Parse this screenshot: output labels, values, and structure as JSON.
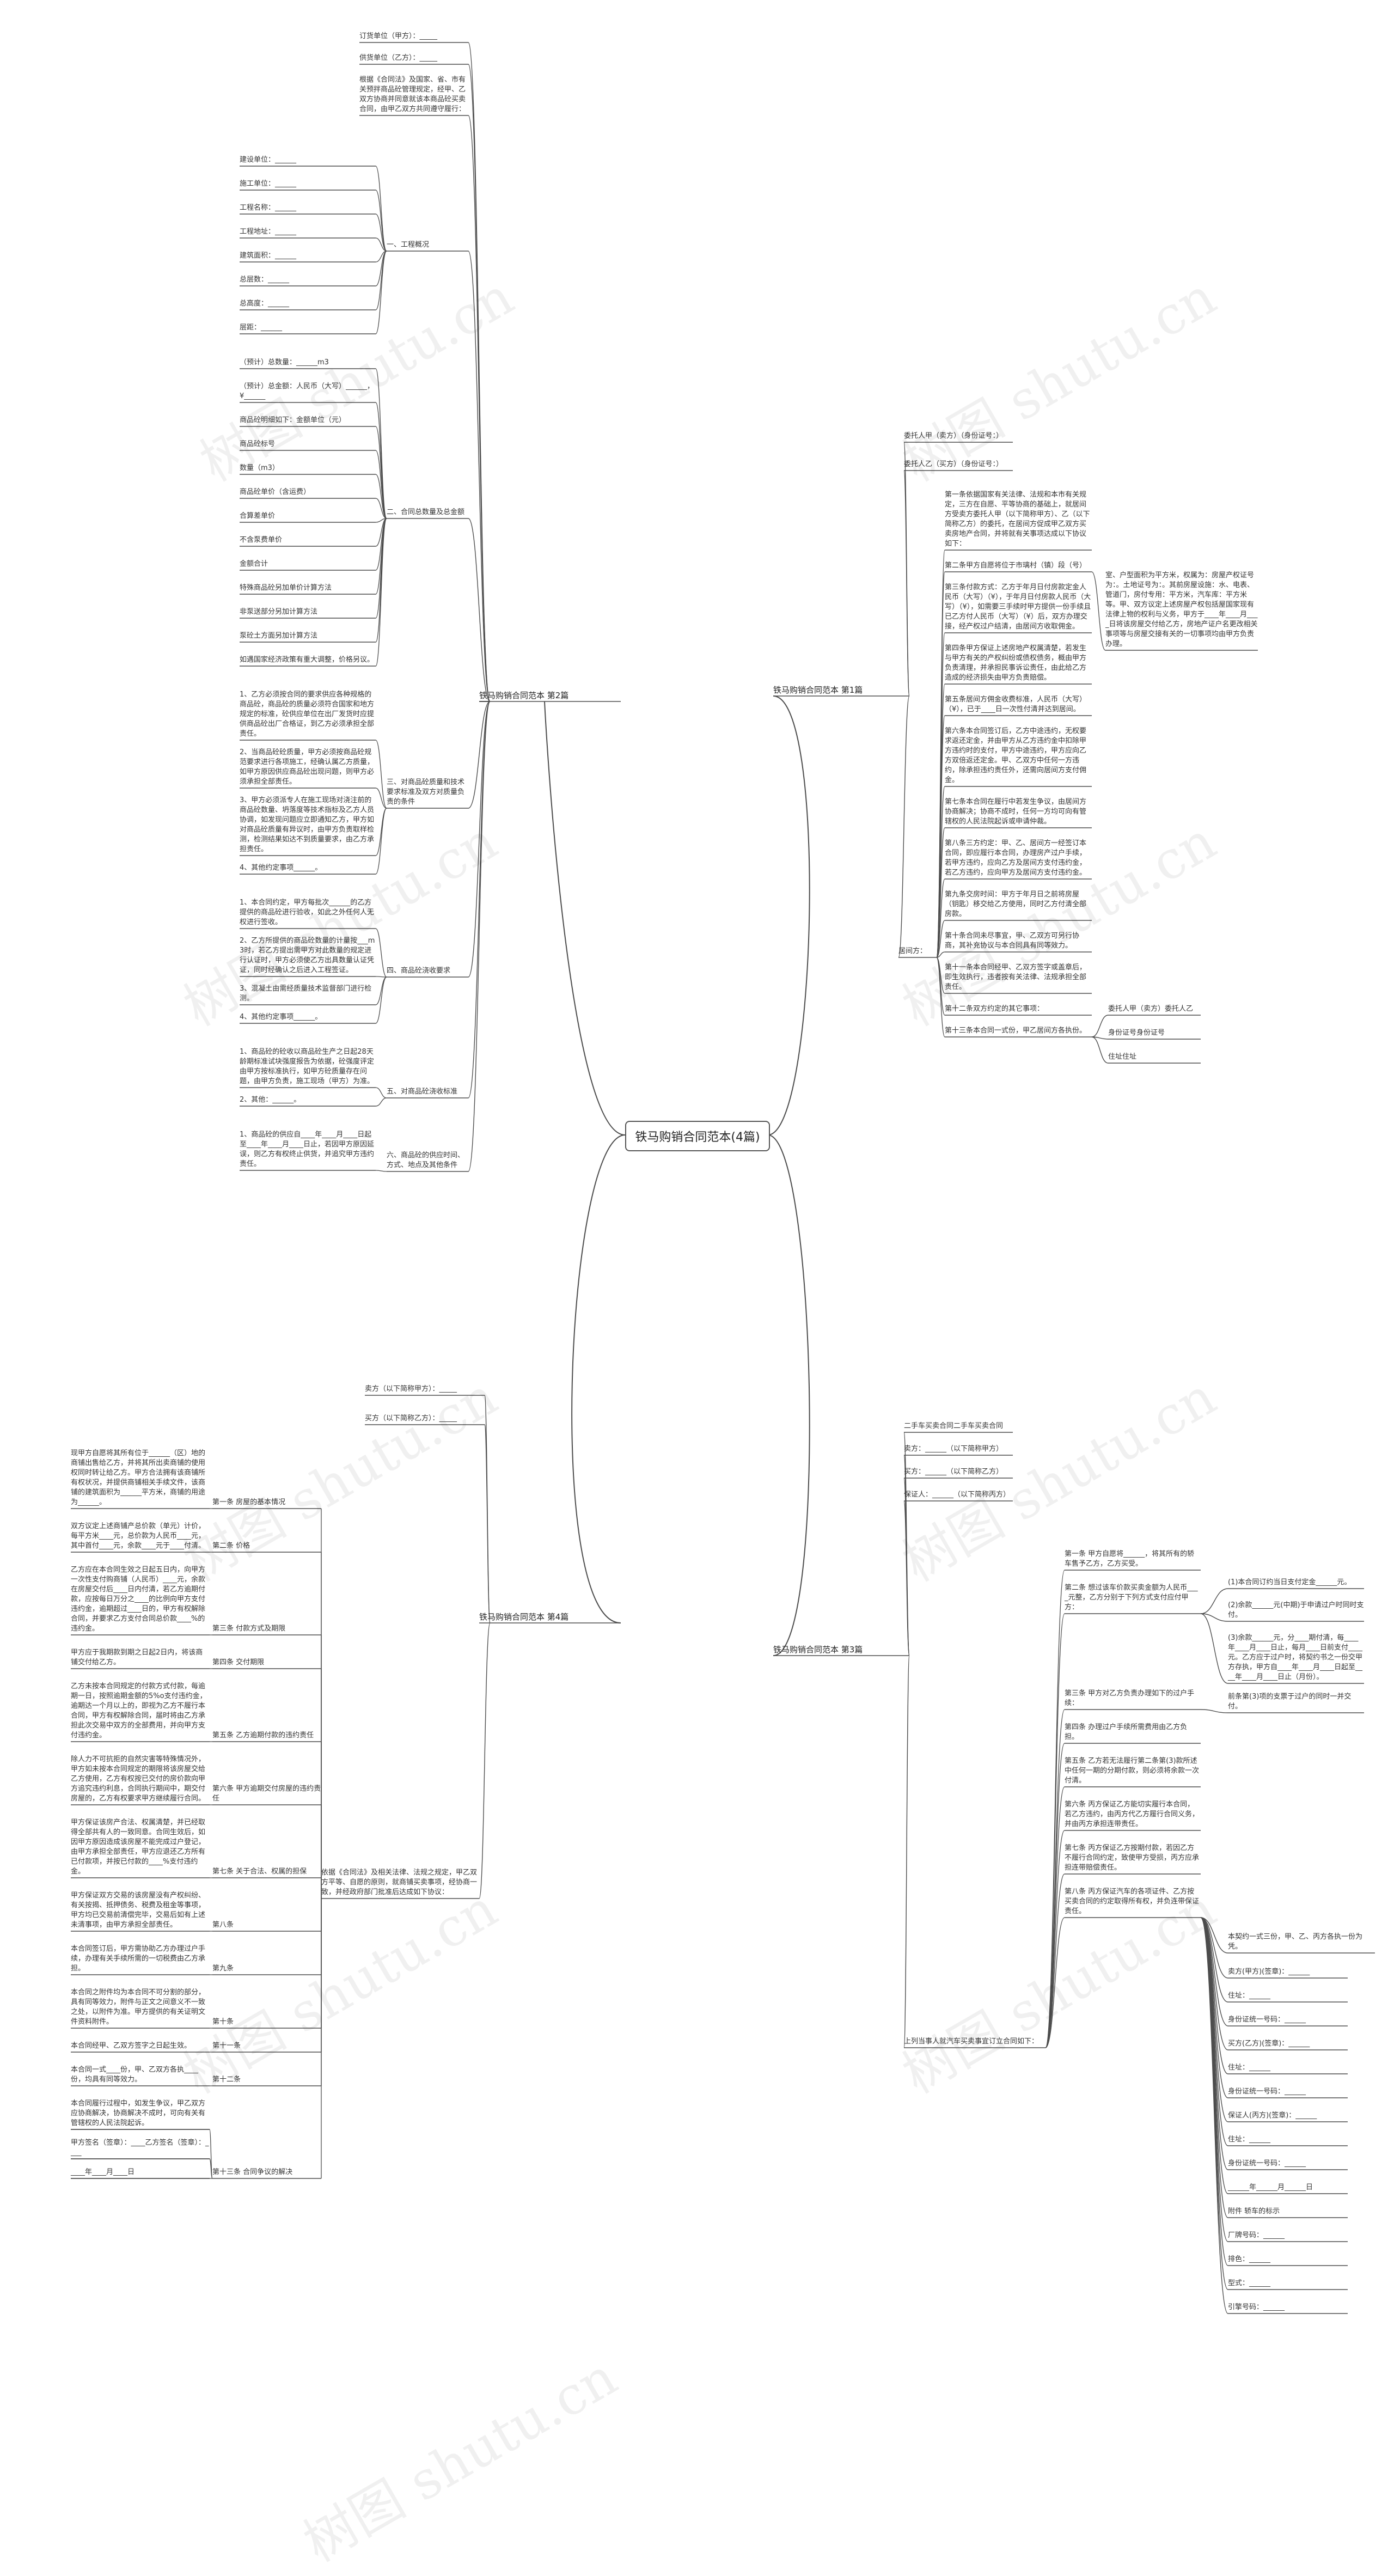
{
  "title": "铁马购销合同范本(4篇)",
  "watermark": "树图 shutu.cn",
  "colors": {
    "line": "#4d4d4d",
    "background": "#ffffff",
    "text": "#333333"
  },
  "branches": {
    "b2": {
      "label": "铁马购销合同范本 第2篇",
      "top_items": [
        "订货单位（甲方）：_____",
        "供货单位（乙方）：_____",
        "根据《合同法》及国家、省、市有关预拌商品砼管理规定，经甲、乙双方协商并同意就该本商品砼买卖合同，由甲乙双方共同遵守履行："
      ],
      "s1": {
        "label": "一、工程概况",
        "items": [
          "建设单位：______",
          "施工单位：______",
          "工程名称：______",
          "工程地址：______",
          "建筑面积：______",
          "总层数：______",
          "总高度：______",
          "层距：______"
        ]
      },
      "s2": {
        "label": "二、合同总数量及总金额",
        "items": [
          "（预计）总数量：______m3",
          "（预计）总金额：人民币（大写）______，¥______",
          "商品砼明细如下：金额单位（元）",
          "商品砼标号",
          "数量（m3）",
          "商品砼单价（含运费）",
          "合算差单价",
          "不含泵费单价",
          "金额合计",
          "特殊商品砼另加单价计算方法",
          "非泵送部分另加计算方法",
          "泵砼土方面另加计算方法",
          "如遇国家经济政策有重大调整，价格另议。"
        ]
      },
      "s3": {
        "label": "三、对商品砼质量和技术要求标准及双方对质量负责的条件",
        "items": [
          "1、乙方必须按合同的要求供应各种规格的商品砼，商品砼的质量必须符合国家和地方规定的标准，砼供应单位在出厂发货时应提供商品砼出厂合格证，到乙方必须承担全部责任。",
          "2、当商品砼砼质量，甲方必须按商品砼规范要求进行各项施工，经确认属乙方质量，如甲方原因供应商品砼出现问题，则甲方必须承担全部责任。",
          "3、甲方必须派专人在施工现场对浇注前的商品砼数量、坍落度等技术指标及乙方人员协调，如发现问题应立即通知乙方，甲方如对商品砼质量有异议时，由甲方负责取样检测，检测结果如达不到质量要求，由乙方承担责任。",
          "4、其他约定事项______。"
        ]
      },
      "s4": {
        "label": "四、商品砼浇收要求",
        "items": [
          "1、本合同约定，甲方每批次______的乙方提供的商品砼进行验收，如此之外任何人无权进行签收。",
          "2、乙方所提供的商品砼数量的计量按___m3时，若乙方提出需甲方对此数量的规定进行认证时，甲方必须使乙方出具数量认证凭证，同时经确认之后进入工程签证。",
          "3、混凝土由需经质量技术监督部门进行检测。",
          "4、其他约定事项______。"
        ]
      },
      "s5": {
        "label": "五、对商品砼浇收标准",
        "items": [
          "1、商品砼的砼收以商品砼生产之日起28天龄期标准试块强度报告为依据，砼强度评定由甲方按标准执行，如甲方砼质量存在问题，由甲方负责，施工现场（甲方）为准。",
          "2、其他：______。"
        ]
      },
      "s6": {
        "label": "六、商品砼的供应时间、方式、地点及其他条件",
        "items": [
          "1、商品砼的供应自____年____月____日起至____年____月____日止，若因甲方原因延误，则乙方有权终止供货，并追究甲方违约责任。"
        ]
      }
    },
    "b4": {
      "label": "铁马购销合同范本 第4篇",
      "top_items": [
        "卖方（以下简称甲方）：_____",
        "买方（以下简称乙方）：_____"
      ],
      "hub": "依据《合同法》及相关法律、法规之规定，甲乙双方平等、自愿的原则，就商铺买卖事项，经协商一致，并经政府部门批准后达成如下协议：",
      "articles": [
        {
          "label": "第一条 房屋的基本情况",
          "text": "现甲方自愿将其所有位于______（区）地的商铺出售给乙方，并将其所出卖商铺的使用权同时转让给乙方。甲方合法拥有该商铺所有权状况，并提供商铺相关手续文件，该商铺的建筑面积为______平方米，商铺的用途为______。"
        },
        {
          "label": "第二条 价格",
          "text": "双方议定上述商铺产总价款（单元）计价，每平方米____元，总价款为人民币____元，其中首付____元，余款____元于____付清。"
        },
        {
          "label": "第三条 付款方式及期限",
          "text": "乙方应在本合同生效之日起五日内，向甲方一次性支付购商铺（人民币）____元，余款在房屋交付后____日内付清，若乙方逾期付款，应按每日万分之____的比例向甲方支付违约金，逾期超过____日的，甲方有权解除合同，并要求乙方支付合同总价款____%的违约金。"
        },
        {
          "label": "第四条 交付期限",
          "text": "甲方应于我期款到期之日起2日内，将该商铺交付给乙方。"
        },
        {
          "label": "第五条 乙方逾期付款的违约责任",
          "text": "乙方未按本合同规定的付款方式付款，每逾期一日，按照逾期金额的5%o支付违约金，逾期达一个月以上的，即视为乙方不履行本合同，甲方有权解除合同，届时将由乙方承担此次交易中双方的全部费用，并向甲方支付违约金。"
        },
        {
          "label": "第六条 甲方逾期交付房屋的违约责任",
          "text": "除人力不可抗拒的自然灾害等特殊情况外，甲方如未按本合同规定的期限将该房屋交给乙方使用，乙方有权按已交付的房价款向甲方追究违约利息，合同执行期间中，期交付房屋的，乙方有权要求甲方继续履行合同。"
        },
        {
          "label": "第七条 关于合法、权属的担保",
          "text": "甲方保证该房产合法、权属清楚，并已经取得全部共有人的一致同意。合同生效后，如因甲方原因造成该房屋不能完成过户登记，由甲方承担全部责任，甲方应退还乙方所有已付款项，并按已付款的____%支付违约金。"
        },
        {
          "label": "第八条",
          "text": "甲方保证双方交易的该房屋没有产权纠纷、有关按揭、抵押债务、税费及租金等事项，甲方均已交易前清偿完毕，交易后如有上述未清事项，由甲方承担全部责任。"
        },
        {
          "label": "第九条",
          "text": "本合同签订后，甲方需协助乙方办理过户手续，办理有关手续所需的一切税费由乙方承担。"
        },
        {
          "label": "第十条",
          "text": "本合同之附件均为本合同不可分割的部分，具有同等效力，附件与正文之间意义不一致之处，以附件为准。甲方提供的有关证明文件资料附件。"
        },
        {
          "label": "第十一条",
          "text": "本合同经甲、乙双方签字之日起生效。"
        },
        {
          "label": "第十二条",
          "text": "本合同一式____份，甲、乙双方各执____份，均具有同等效力。"
        },
        {
          "label": "第十三条 合同争议的解决",
          "items": [
            "本合同履行过程中，如发生争议，甲乙双方应协商解决，协商解决不成时，可向有关有管辖权的人民法院起诉。",
            "甲方签名（签章）：____乙方签名（签章）：____",
            "____年____月____日"
          ]
        }
      ]
    },
    "b1": {
      "label": "铁马购销合同范本 第1篇",
      "parties": [
        "委托人甲（卖方）（身份证号：）",
        "委托人乙（买方）（身份证号：）"
      ],
      "hub": "居间方：",
      "c1": "第一条依据国家有关法律、法规和本市有关规定，三方在自愿、平等协商的基础上，就居间方受卖方委托人甲（以下简称甲方）、乙（以下简称乙方）的委托，在居间方促成甲乙双方买卖房地产合同，并将就有关事项达成以下协议如下：",
      "c2": "第二条甲方自愿将位于市璃村（镇）段（号）",
      "c2_extra": "室、户型面积为平方米，权属为：房屋产权证号为：。土地证号为：。其前房屋设施：水、电表、管道门，房付专用：平方米，汽车库：平方米等。甲、双方议定上述房屋产权包括屋国家现有法律上物的权利与义务，甲方于____年____月____日将该房屋交付给乙方，房地产证户名更改相关事项等与房屋交接有关的一切事项均由甲方负责办理。",
      "c3": "第三条付款方式：乙方于年月日付房款定金人民币（大写）（¥），于年月日付房款人民币（大写）（¥），如需要三手续时甲方提供一份手续且已乙方付人民币（大写）（¥）后，双方办理交接，经产权过户结清，由居间方收取佣金。",
      "c4": "第四条甲方保证上述房地产权属清楚，若发生与甲方有关的产权纠纷或债权债务，概由甲方负责清理，并承担民事诉讼责任，由此给乙方造成的经济损失由甲方负责赔偿。",
      "c5": "第五条居间方佣金收费标准，人民币（大写）（¥），已于____日一次性付清并达到居间。",
      "c6": "第六条本合同签订后，乙方中途违约，无权要求返还定金，并由甲方从乙方违约金中扣除甲方违约时的支付，甲方中途违约，甲方应向乙方双倍返还定金。甲、乙双方中任何一方违约，除承担违约责任外，还需向居间方支付佣金。",
      "c7": "第七条本合同在履行中若发生争议，由居间方协商解决；协商不成时，任何一方均可向有管辖权的人民法院起诉或申请仲裁。",
      "c8": "第八条三方约定：甲、乙、居间方一经签订本合同，即应履行本合同，办理房产过户手续，若甲方违约，应向乙方及居间方支付违约金，若乙方违约，应向甲方及居间方支付违约金。",
      "c9": "第九条交房时间：甲方于年月日之前将房屋（钥匙）移交给乙方使用，同时乙方付清全部房款。",
      "c10": "第十条合同未尽事宜，甲、乙双方可另行协商，其补充协议与本合同具有同等效力。",
      "c11": "第十一条本合同经甲、乙双方签字或盖章后，即生效执行，违者按有关法律、法规承担全部责任。",
      "c12": "第十二条双方约定的其它事项：",
      "c13": "第十三条本合同一式份，甲乙居间方各执份。",
      "tail": [
        "委托人甲（卖方）委托人乙",
        "身份证号身份证号",
        "住址住址"
      ]
    },
    "b3": {
      "label": "铁马购销合同范本 第3篇",
      "top_items": [
        "二手车买卖合同二手车买卖合同",
        "卖方：______（以下简称甲方）",
        "买方：______（以下简称乙方）",
        "保证人：______（以下简称丙方）"
      ],
      "hub": "上列当事人就汽车买卖事宜订立合同如下：",
      "a1": "第一条 甲方自愿将______，将其所有的轿车售予乙方，乙方买受。",
      "a2": "第二条 想过该车价款买卖金额为人民币____元整，乙方分别于下列方式支付应付甲方：",
      "a2_items": [
        "(1)本合同订约当日支付定金______元。",
        "(2)余款______元(中期)于申请过户时同时支付。",
        "(3)余款______元，分____期付清，每____年____月____日止，每月____日前支付____元。乙方应于过户时，将契约书之一份交甲方存执，甲方自____年____月____日起至____年____月____日止（月份）。"
      ],
      "a3": "第三条 甲方对乙方负责办理如下的过户手续：",
      "a3_extra": "前条第(3)项的支票于过户的同时一并交付。",
      "a4": "第四条 办理过户手续所需费用由乙方负担。",
      "a5": "第五条 乙方若无法履行第二条第(3)款所述中任何一期的分期付款，则必须将余款一次付清。",
      "a6": "第六条 丙方保证乙方能切实履行本合同，若乙方违约，由丙方代乙方履行合同义务，并由丙方承担连带责任。",
      "a7": "第七条 丙方保证乙方按期付款，若因乙方不履行合同约定，致使甲方受损，丙方应承担连带赔偿责任。",
      "a8": "第八条 丙方保证汽车的各项证件、乙方按买卖合同的约定取得所有权，并负连带保证责任。",
      "sign_intro": "本契约一式三份，甲、乙、丙方各执一份为凭。",
      "sign_items": [
        "卖方(甲方)(签章)：______",
        "住址：______",
        "身份证统一号码：______",
        "买方(乙方)(签章)：______",
        "住址：______",
        "身份证统一号码：______",
        "保证人(丙方)(签章)：______",
        "住址：______",
        "身份证统一号码：______",
        "______年______月______日",
        "附件 轿车的标示",
        "厂牌号码：______",
        "排色：______",
        "型式：______",
        "引擎号码：______"
      ]
    }
  }
}
